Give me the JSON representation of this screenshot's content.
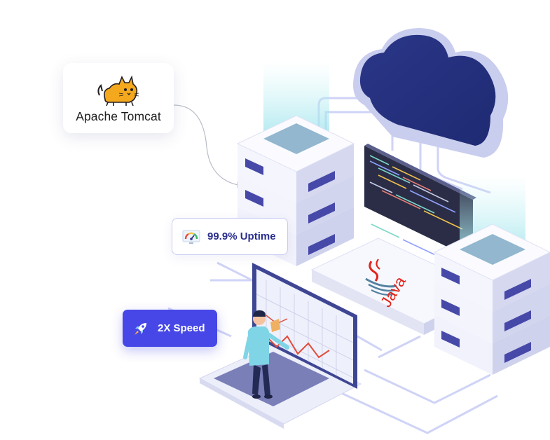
{
  "tomcat_card": {
    "label": "Apache Tomcat",
    "logo_icon": "tomcat-cat-logo"
  },
  "uptime_badge": {
    "label": "99.9% Uptime",
    "icon": "speed-gauge-icon"
  },
  "speed_badge": {
    "label": "2X Speed",
    "icon": "rocket-icon"
  },
  "java_logo": {
    "label": "Java",
    "icon": "java-cup-icon"
  },
  "colors": {
    "accent": "#4647e6",
    "cloud": "#2e3889",
    "server": "#e8e9f7",
    "connector": "#c7cbf5",
    "java_red": "#e2231a",
    "java_blue": "#5382a1"
  }
}
